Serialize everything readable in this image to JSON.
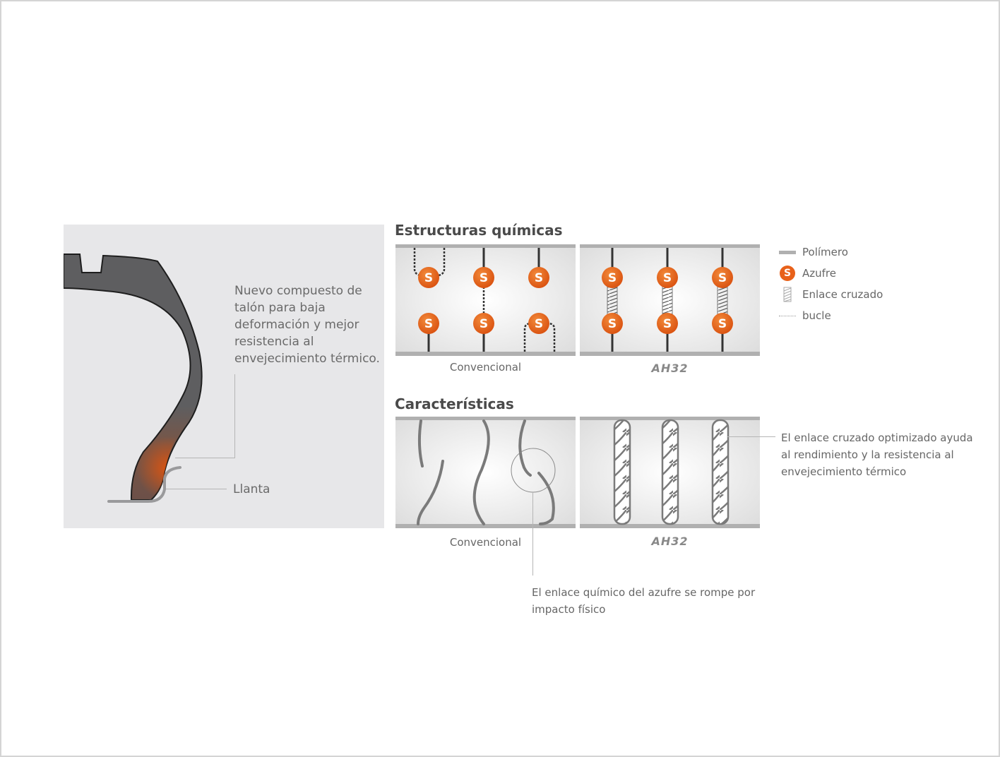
{
  "tire_panel": {
    "description": "Nuevo compuesto de\ntalón para baja\ndeformación y mejor\nresistencia al\nenvejecimiento térmico.",
    "rim_label": "Llanta"
  },
  "sections": {
    "chemical": {
      "title": "Estructuras químicas",
      "left_caption": "Convencional",
      "right_caption": "AH32"
    },
    "characteristics": {
      "title": "Características",
      "left_caption": "Convencional",
      "right_caption": "AH32"
    }
  },
  "legend": {
    "items": [
      {
        "icon": "polymer-bar-icon",
        "label": "Polímero"
      },
      {
        "icon": "sulfur-s-icon",
        "label": "Azufre"
      },
      {
        "icon": "crosslink-coil-icon",
        "label": "Enlace cruzado"
      },
      {
        "icon": "loop-dotted-icon",
        "label": "bucle"
      }
    ]
  },
  "notes": {
    "crosslink": "El enlace cruzado optimizado ayuda\nal rendimiento y la resistencia al\nenvejecimiento térmico",
    "sulfur_break": "El enlace químico del azufre se rompe por\nimpacto físico"
  },
  "sulfur_symbol": "S",
  "colors": {
    "sulfur_orange": "#e8611a",
    "polymer_gray": "#b0b0b0",
    "chain_dark": "#333333",
    "panel_bg": "#e7e7e9",
    "tire_gray": "#5e5e60"
  }
}
